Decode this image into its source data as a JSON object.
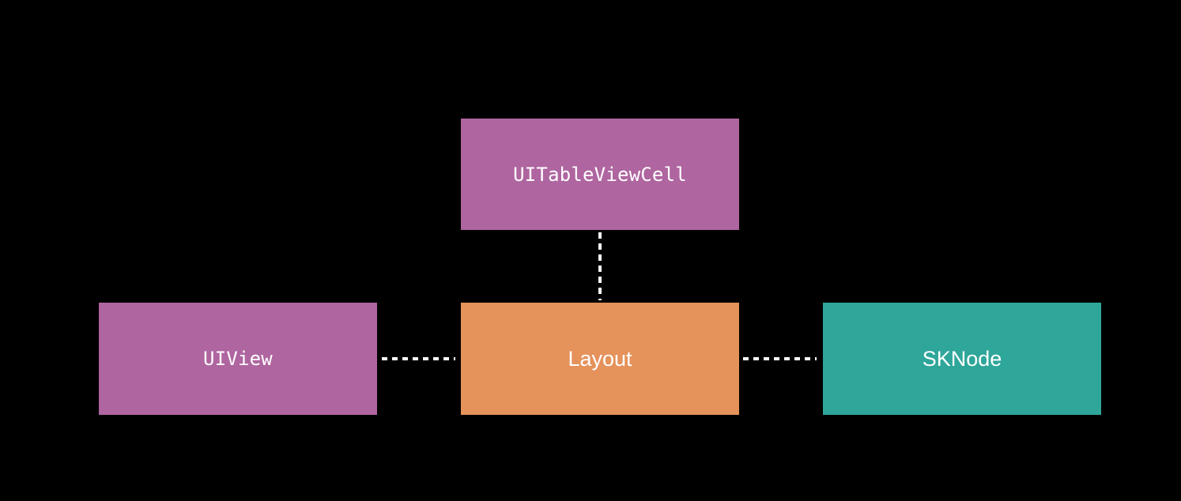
{
  "diagram": {
    "background_color": "#000000",
    "label_color": "#ffffff",
    "edge_color": "#ffffff",
    "nodes": [
      {
        "label": "UITableViewCell",
        "color": "#af65a0"
      },
      {
        "label": "UIView",
        "color": "#af65a0"
      },
      {
        "label": "Layout",
        "color": "#e5925b"
      },
      {
        "label": "SKNode",
        "color": "#2fa69a"
      }
    ],
    "edges": [
      {
        "from": "UITableViewCell",
        "to": "Layout",
        "style": "dashed"
      },
      {
        "from": "UIView",
        "to": "Layout",
        "style": "dashed"
      },
      {
        "from": "Layout",
        "to": "SKNode",
        "style": "dashed"
      }
    ]
  }
}
